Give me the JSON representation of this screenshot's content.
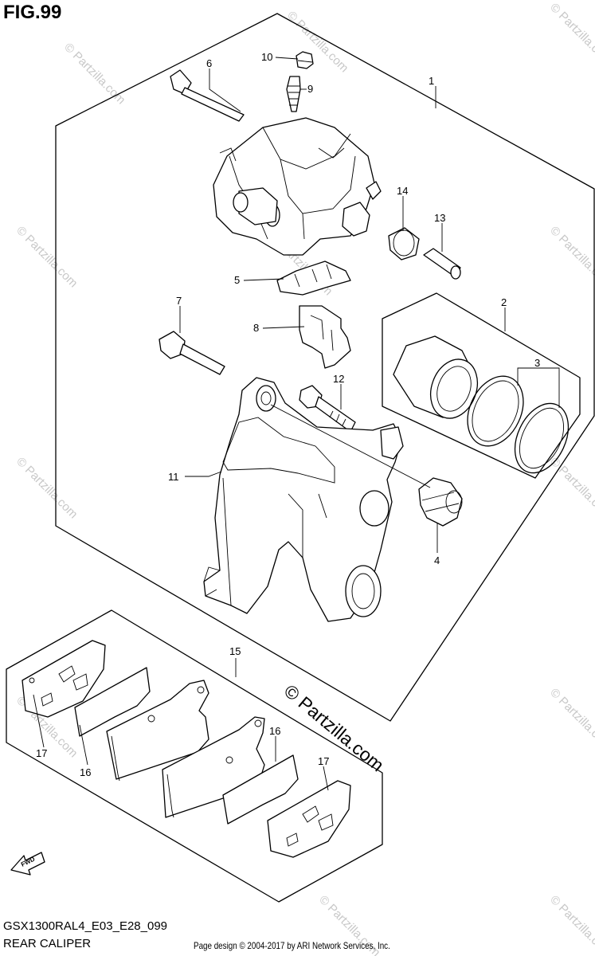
{
  "figure": {
    "title": "FIG.99"
  },
  "footer": {
    "model_code": "GSX1300RAL4_E03_E28_099",
    "caption": "REAR CALIPER",
    "credit": "Page design © 2004-2017 by ARI Network Services, Inc."
  },
  "watermark": {
    "text": "© Partzilla.com"
  },
  "fwd_label": "FWD",
  "callouts": {
    "c1": "1",
    "c2": "2",
    "c3": "3",
    "c4": "4",
    "c5": "5",
    "c6": "6",
    "c7": "7",
    "c8": "8",
    "c9": "9",
    "c10": "10",
    "c11": "11",
    "c12": "12",
    "c13": "13",
    "c14": "14",
    "c15": "15",
    "c16a": "16",
    "c16b": "16",
    "c17a": "17",
    "c17b": "17"
  }
}
